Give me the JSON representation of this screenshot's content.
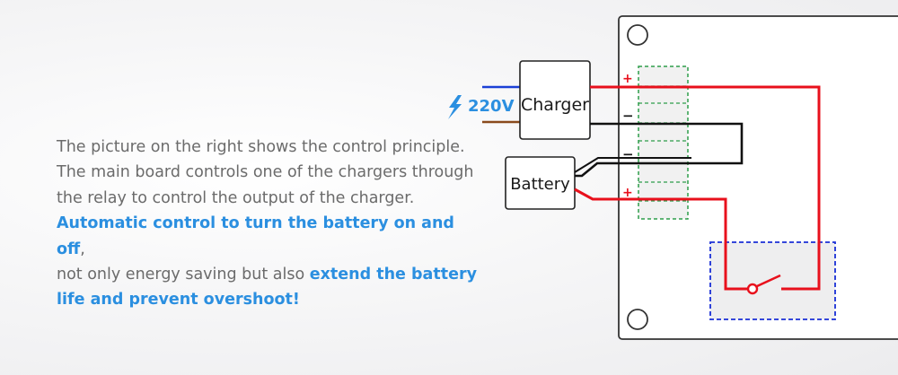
{
  "description": {
    "line1": "The picture on the right shows the control principle.",
    "line2": "The main board controls one of the chargers through",
    "line3": "the relay to control the output of the charger.",
    "highlight1": "Automatic control to turn the battery on and off",
    "comma": ",",
    "line5": "not only energy saving but also ",
    "highlight2a": "extend the battery",
    "highlight2b": "life and prevent overshoot!"
  },
  "diagram": {
    "voltage_label": "220V",
    "charger_label": "Charger",
    "battery_label": "Battery",
    "plus_sign": "+",
    "minus_sign": "−",
    "power_icon": "lightning-bolt-icon",
    "colors": {
      "positive_wire": "#e8101c",
      "negative_wire": "#111111",
      "ac_live_wire": "#1a3fd6",
      "ac_neutral_wire": "#8a4a1c",
      "highlight_text": "#2b8fe0",
      "terminal_outline": "#2e9d4a",
      "relay_outline": "#1a2fd6"
    }
  }
}
